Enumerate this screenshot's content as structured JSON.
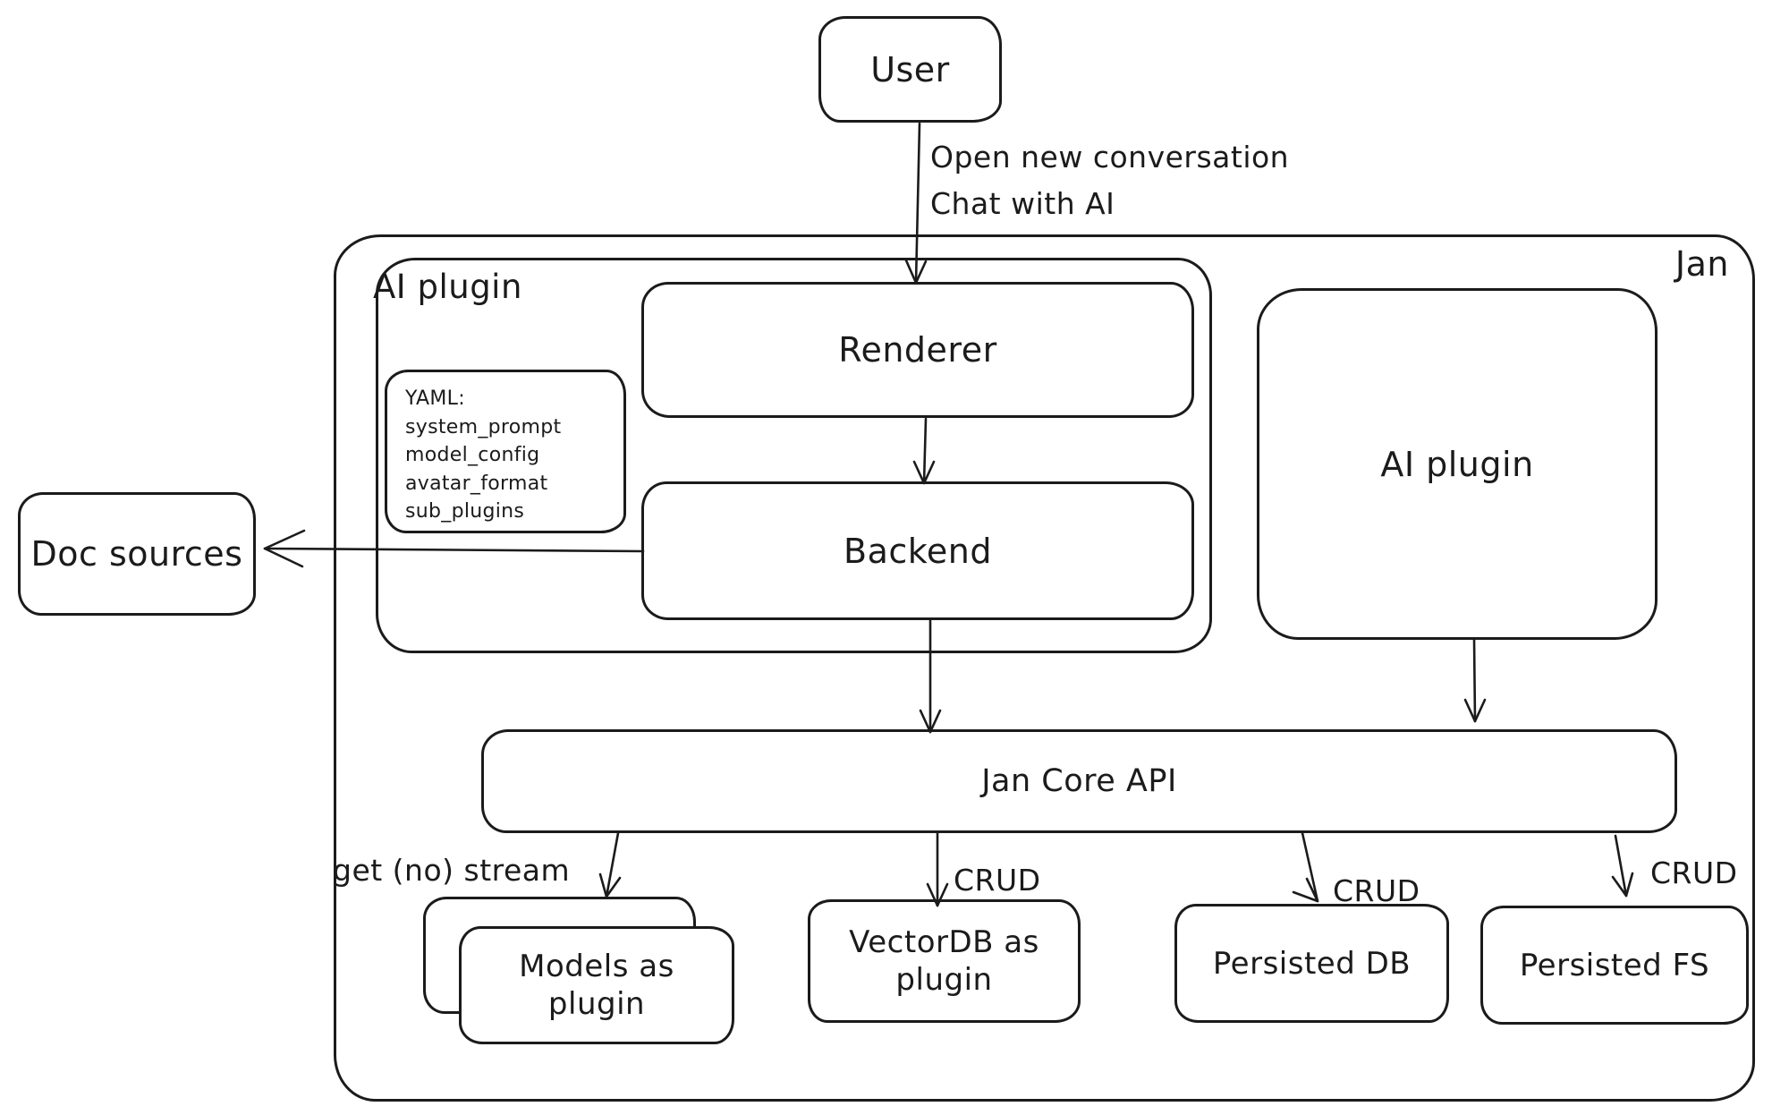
{
  "colors": {
    "stroke": "#1b1b1b",
    "background": "#ffffff"
  },
  "nodes": {
    "user": {
      "label": "User"
    },
    "jan_container": {
      "label": "Jan"
    },
    "ai_plugin_left_container": {
      "label": "AI plugin"
    },
    "yaml_note": {
      "lines": [
        "YAML:",
        "system_prompt",
        "model_config",
        "avatar_format",
        "sub_plugins"
      ]
    },
    "renderer": {
      "label": "Renderer"
    },
    "backend": {
      "label": "Backend"
    },
    "ai_plugin_right": {
      "label": "AI plugin"
    },
    "doc_sources": {
      "label": "Doc sources"
    },
    "jan_core_api": {
      "label": "Jan Core API"
    },
    "models_as_plugin": {
      "label": "Models as plugin"
    },
    "vectordb_as_plugin": {
      "label": "VectorDB as plugin"
    },
    "persisted_db": {
      "label": "Persisted DB"
    },
    "persisted_fs": {
      "label": "Persisted FS"
    }
  },
  "edges": {
    "user_to_renderer": {
      "label_line1": "Open new conversation",
      "label_line2": "Chat with AI"
    },
    "core_to_models": {
      "label": "get (no) stream"
    },
    "core_to_vectordb": {
      "label": "CRUD"
    },
    "core_to_persisted_db": {
      "label": "CRUD"
    },
    "core_to_persisted_fs": {
      "label": "CRUD"
    }
  }
}
